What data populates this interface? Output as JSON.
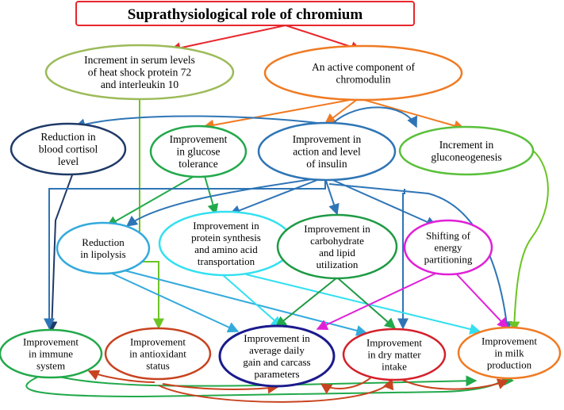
{
  "title": "Suprathysiological role of chromium",
  "colors": {
    "red": "#e8262b",
    "olive": "#9cbb59",
    "orange": "#f07a22",
    "navy": "#1f3a68",
    "green": "#22a94b",
    "blue": "#2e75b6",
    "light_green": "#59c03a",
    "light_blue": "#33aadc",
    "cyan": "#33e0f0",
    "dark_green": "#1e9a44",
    "magenta": "#e020d8",
    "brown": "#c8431f",
    "dark_blue": "#1a1a8c",
    "dark_red": "#d4202a",
    "lime": "#6cc424"
  },
  "nodes": [
    {
      "id": "hsp",
      "lines": [
        "Increment in serum levels",
        "of heat shock protein 72",
        "and interleukin 10"
      ]
    },
    {
      "id": "chromodulin",
      "lines": [
        "An active component of",
        "chromodulin"
      ]
    },
    {
      "id": "cortisol",
      "lines": [
        "Reduction in",
        "blood cortisol",
        "level"
      ]
    },
    {
      "id": "glucose",
      "lines": [
        "Improvement",
        "in glucose",
        "tolerance"
      ]
    },
    {
      "id": "insulin",
      "lines": [
        "Improvement in",
        "action and level",
        "of insulin"
      ]
    },
    {
      "id": "gluconeo",
      "lines": [
        "Increment in",
        "gluconeogenesis"
      ]
    },
    {
      "id": "lipolysis",
      "lines": [
        "Reduction",
        "in lipolysis"
      ]
    },
    {
      "id": "protein",
      "lines": [
        "Improvement in",
        "protein synthesis",
        "and amino acid",
        "transportation"
      ]
    },
    {
      "id": "carb",
      "lines": [
        "Improvement in",
        "carbohydrate",
        "and lipid",
        "utilization"
      ]
    },
    {
      "id": "energy",
      "lines": [
        "Shifting of",
        "energy",
        "partitioning"
      ]
    },
    {
      "id": "immune",
      "lines": [
        "Improvement",
        "in immune",
        "system"
      ]
    },
    {
      "id": "antioxidant",
      "lines": [
        "Improvement",
        "in antioxidant",
        "status"
      ]
    },
    {
      "id": "adg",
      "lines": [
        "Improvement in",
        "average daily",
        "gain and carcass",
        "parameters"
      ]
    },
    {
      "id": "drymatter",
      "lines": [
        "Improvement",
        "in dry matter",
        "intake"
      ]
    },
    {
      "id": "milk",
      "lines": [
        "Improvement",
        "in milk",
        "production"
      ]
    }
  ]
}
